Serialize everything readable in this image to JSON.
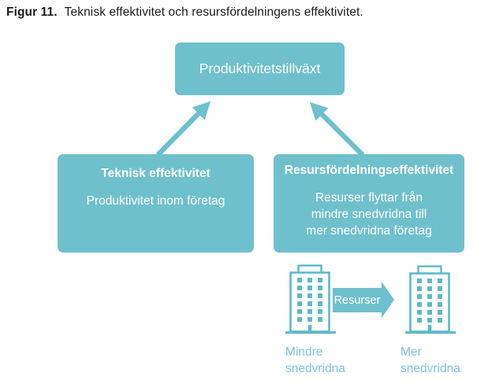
{
  "title": {
    "label": "Figur 11.",
    "text": "Teknisk effektivitet och resursfördelningens effektivitet."
  },
  "colors": {
    "box_fill": "#6ec0cd",
    "box_text": "#ffffff",
    "building_stroke": "#5db9c9",
    "flow_label_text": "#7ec5d2",
    "title_text": "#1c1c1c",
    "background": "#ffffff"
  },
  "diagram": {
    "top_box": {
      "label": "Produktivitetstillväxt"
    },
    "left_box": {
      "heading": "Teknisk effektivitet",
      "body": "Produktivitet inom företag"
    },
    "right_box": {
      "heading": "Resursfördelningseffektivitet",
      "body_lines": {
        "0": "Resurser flyttar från",
        "1": "mindre snedvridna till",
        "2": "mer snedvridna företag"
      }
    },
    "icons": {
      "left_arrow": "up-right-arrow-icon",
      "right_arrow": "up-left-arrow-icon",
      "buildings": "building-icon"
    },
    "flow": {
      "arrow_label": "Resurser",
      "left_label_lines": {
        "0": "Mindre",
        "1": "snedvridna"
      },
      "right_label_lines": {
        "0": "Mer",
        "1": "snedvridna"
      }
    }
  }
}
